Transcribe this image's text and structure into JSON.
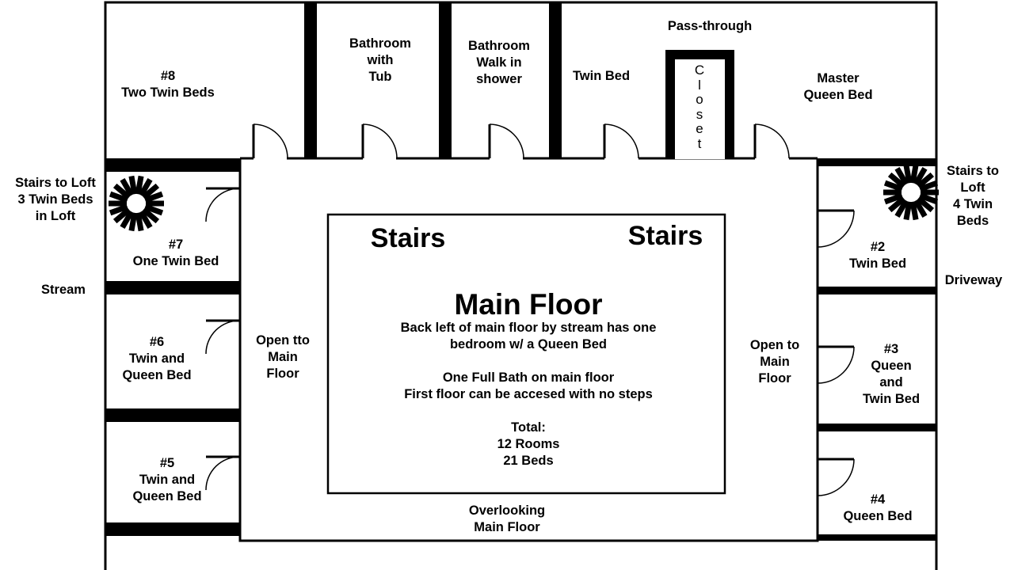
{
  "rooms": {
    "room8": [
      "#8",
      "Two Twin Beds"
    ],
    "bath_tub": [
      "Bathroom",
      "with",
      "Tub"
    ],
    "bath_shower": [
      "Bathroom",
      "Walk in",
      "shower"
    ],
    "twin_bed_top": [
      "Twin Bed"
    ],
    "pass_through": [
      "Pass-through"
    ],
    "closet": [
      "C",
      "l",
      "o",
      "s",
      "e",
      "t"
    ],
    "master": [
      "Master",
      "Queen Bed"
    ],
    "room7": [
      "#7",
      "One  Twin Bed"
    ],
    "room6": [
      "#6",
      "Twin and",
      "Queen Bed"
    ],
    "room5": [
      "#5",
      "Twin and",
      "Queen Bed"
    ],
    "room2": [
      "#2",
      "Twin Bed"
    ],
    "room3": [
      "#3",
      "Queen",
      "and",
      "Twin Bed"
    ],
    "room4": [
      "#4",
      "Queen Bed"
    ]
  },
  "outside": {
    "stairs_left": [
      "Stairs to Loft",
      "3 Twin Beds",
      "in Loft"
    ],
    "stream": [
      "Stream"
    ],
    "stairs_right": [
      "Stairs to",
      "Loft",
      "4 Twin",
      "Beds"
    ],
    "driveway": [
      "Driveway"
    ]
  },
  "corridor": {
    "open_left": [
      "Open  tto",
      "Main",
      "Floor"
    ],
    "open_right": [
      "Open  to",
      "Main",
      "Floor"
    ],
    "overlooking": [
      "Overlooking",
      "Main Floor"
    ]
  },
  "center": {
    "stairs_left": "Stairs",
    "stairs_right": "Stairs",
    "title": "Main Floor",
    "notes": [
      "Back left of main floor by stream has one",
      "bedroom w/ a Queen Bed",
      "",
      "One Full Bath on main floor",
      "First floor can be accesed with no steps",
      "",
      "Total:",
      "12 Rooms",
      "21 Beds"
    ]
  }
}
